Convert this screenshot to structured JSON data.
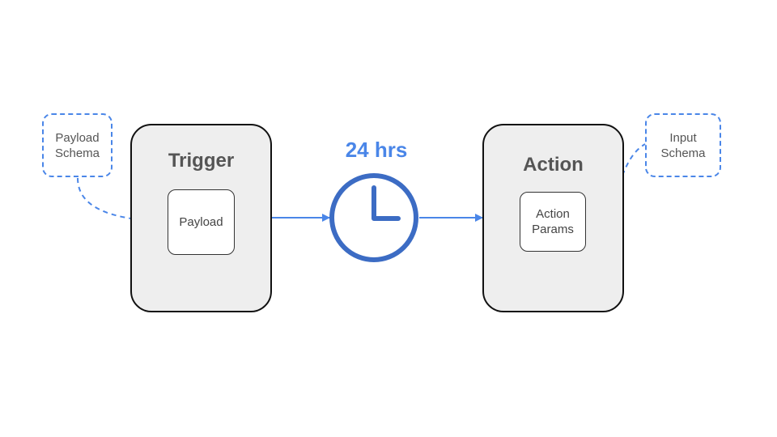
{
  "diagram": {
    "trigger": {
      "title": "Trigger",
      "payload_label": "Payload"
    },
    "action": {
      "title": "Action",
      "params_label": "Action\nParams"
    },
    "payload_schema_label": "Payload\nSchema",
    "input_schema_label": "Input\nSchema",
    "delay_label": "24 hrs",
    "clock_icon": "clock-icon"
  },
  "colors": {
    "accent": "#4a86e8",
    "clock": "#3c6cc4",
    "box_fill": "#eeeeee",
    "box_border": "#111111",
    "text_gray": "#555555"
  }
}
